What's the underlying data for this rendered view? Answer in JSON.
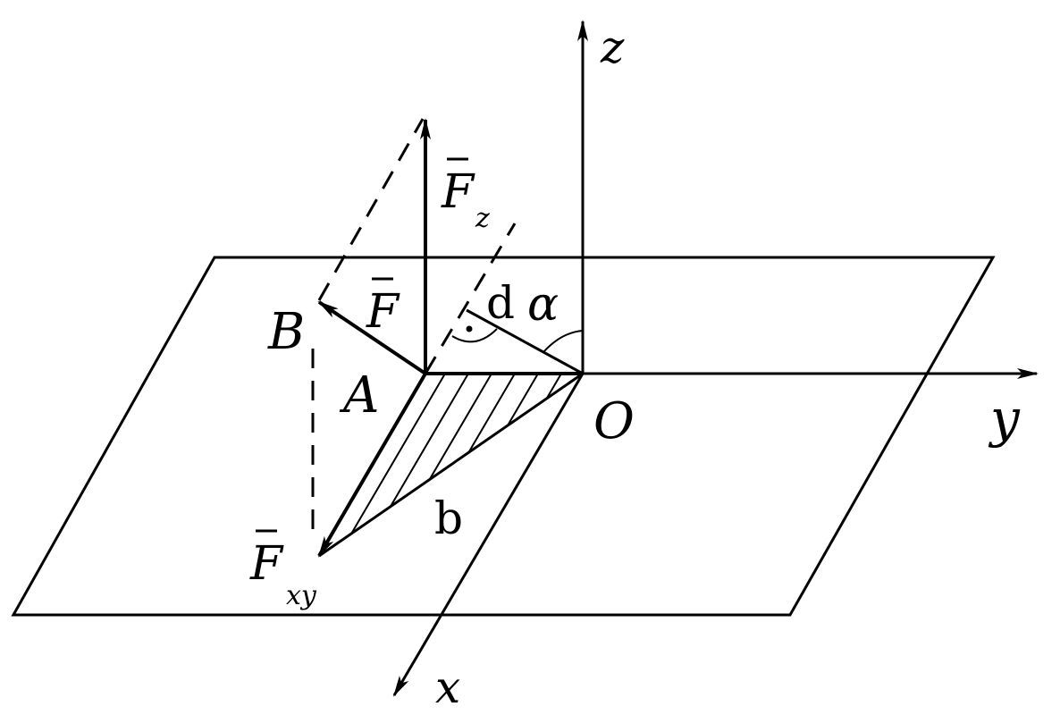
{
  "labels": {
    "z": "z",
    "y": "y",
    "x": "x",
    "O": "O",
    "A": "A",
    "B": "B",
    "F": "F",
    "Fz_main": "F",
    "Fz_sub": "z",
    "Fxy_main": "F",
    "Fxy_sub": "xy",
    "d": "d",
    "alpha": "α",
    "b": "b"
  },
  "colors": {
    "ink": "#000000",
    "background": "#ffffff"
  }
}
